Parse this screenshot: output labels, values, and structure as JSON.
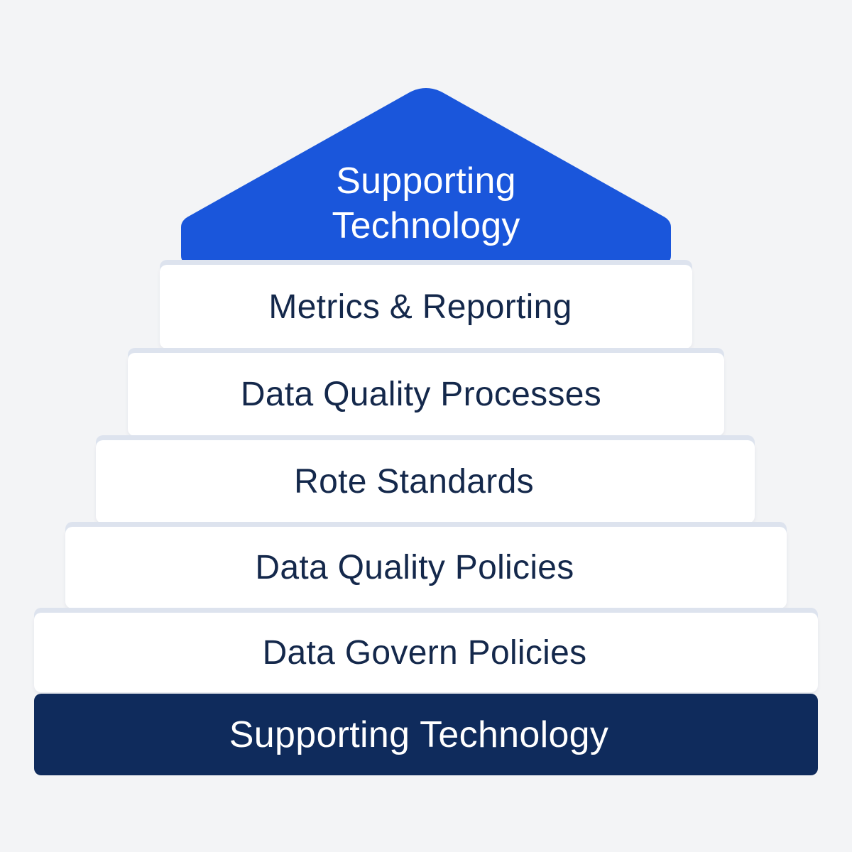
{
  "pyramid": {
    "apex": {
      "line1": "Supporting",
      "line2": "Technology",
      "color": "#1a56db"
    },
    "tiers": [
      {
        "label": "Metrics & Reporting"
      },
      {
        "label": "Data Quality Processes"
      },
      {
        "label": "Rote Standards"
      },
      {
        "label": "Data Quality Policies"
      },
      {
        "label": "Data Govern Policies"
      }
    ],
    "base": {
      "label": "Supporting Technology",
      "color": "#0f2b5c"
    }
  }
}
